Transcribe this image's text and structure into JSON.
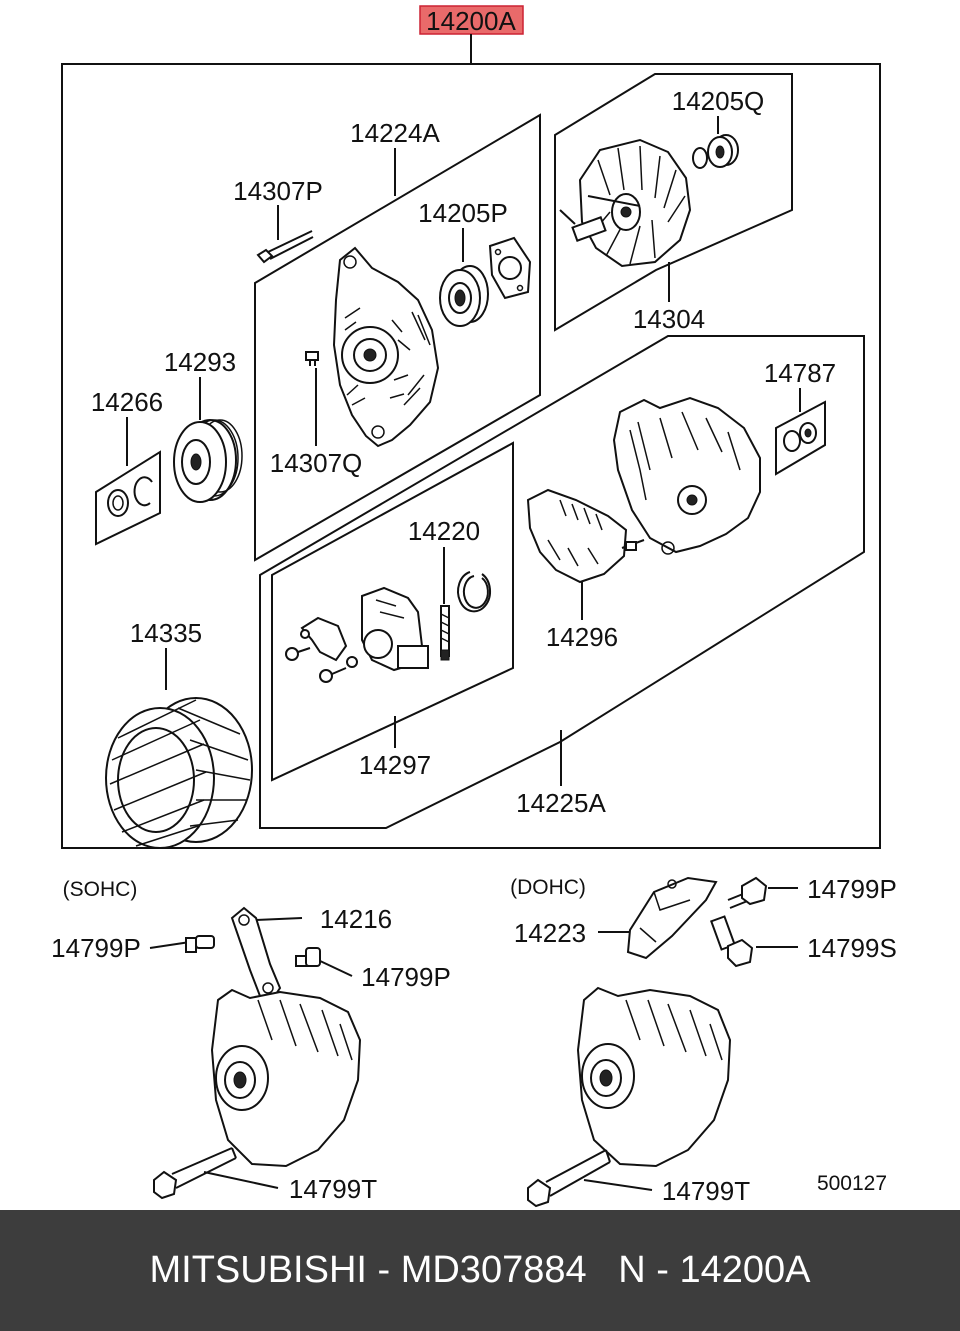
{
  "assembly_label": "14200A",
  "assembly_highlight": "#e96a6a",
  "parts": {
    "p14224A": "14224A",
    "p14307P": "14307P",
    "p14205P": "14205P",
    "p14205Q": "14205Q",
    "p14304": "14304",
    "p14293": "14293",
    "p14266": "14266",
    "p14307Q": "14307Q",
    "p14787": "14787",
    "p14220": "14220",
    "p14296": "14296",
    "p14335": "14335",
    "p14297": "14297",
    "p14225A": "14225A"
  },
  "variants": {
    "sohc_label": "(SOHC)",
    "dohc_label": "(DOHC)",
    "sohc": {
      "p14799P_left": "14799P",
      "p14216": "14216",
      "p14799P_right": "14799P",
      "p14799T": "14799T"
    },
    "dohc": {
      "p14799P": "14799P",
      "p14223": "14223",
      "p14799S": "14799S",
      "p14799T": "14799T"
    }
  },
  "diagram_number": "500127",
  "footer_text": "MITSUBISHI - MD307884   N - 14200A"
}
